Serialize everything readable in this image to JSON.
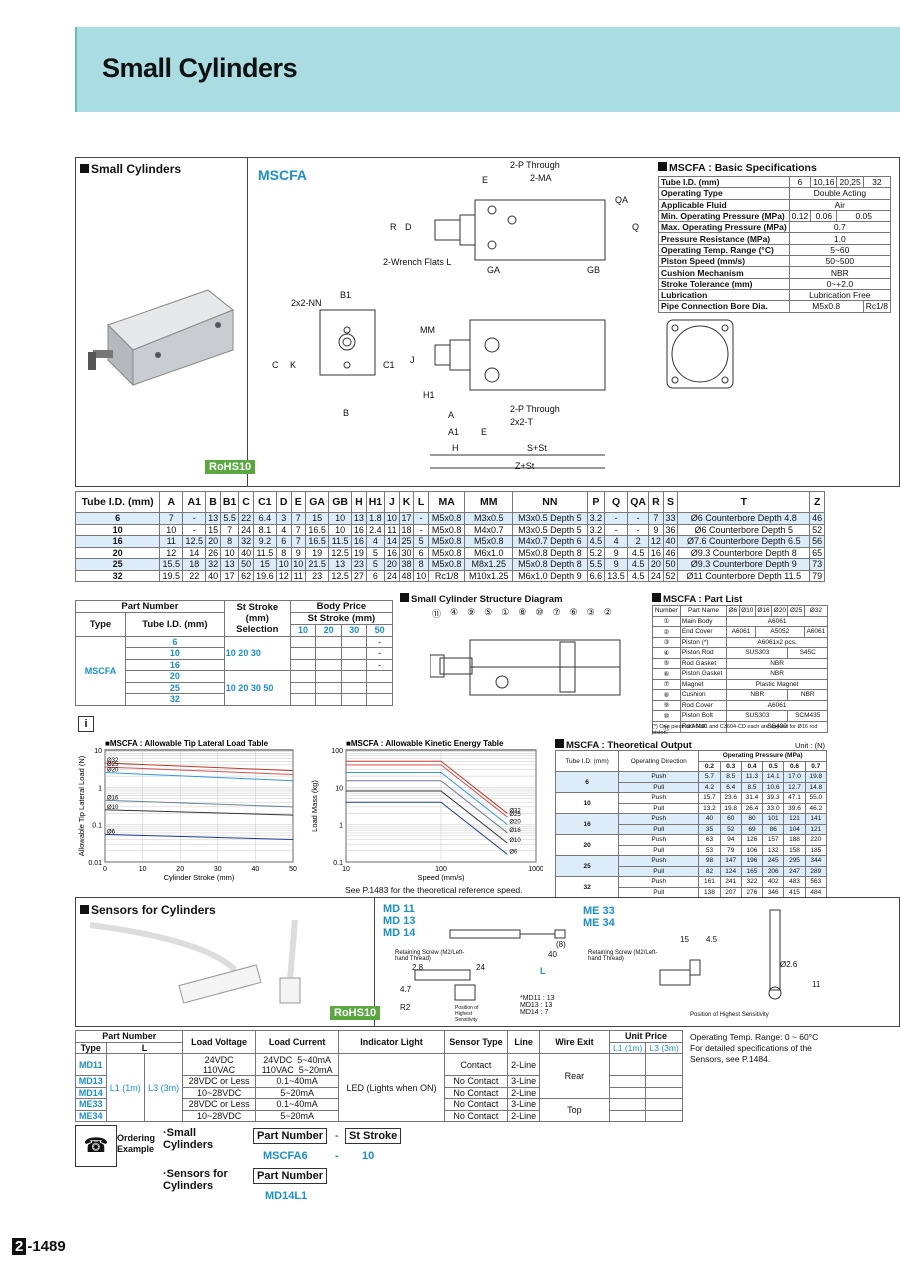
{
  "title": "Small Cylinders",
  "section_small": "Small Cylinders",
  "model": "MSCFA",
  "rohs": "RoHS10",
  "drawing_labels": {
    "through1": "2-P Through",
    "ma": "2-MA",
    "e": "E",
    "r": "R",
    "d": "D",
    "q": "Q",
    "qa": "QA",
    "wrench": "2-Wrench Flats L",
    "ga": "GA",
    "gb": "GB",
    "nn": "2x2-NN",
    "b1": "B1",
    "c": "C",
    "k": "K",
    "c1": "C1",
    "b": "B",
    "mm": "MM",
    "j": "J",
    "h1": "H1",
    "through2": "2-P Through",
    "t": "2x2-T",
    "a": "A",
    "a1": "A1",
    "h": "H",
    "s": "S+St",
    "z": "Z+St"
  },
  "basic_spec": {
    "title": "MSCFA : Basic Specifications",
    "rows": [
      [
        "Tube I.D. (mm)",
        "6",
        "10,16",
        "20,25",
        "32"
      ],
      [
        "Operating Type",
        "Double Acting"
      ],
      [
        "Applicable Fluid",
        "Air"
      ],
      [
        "Min. Operating Pressure (MPa)",
        "0.12",
        "0.06",
        "0.05"
      ],
      [
        "Max. Operating Pressure (MPa)",
        "0.7"
      ],
      [
        "Pressure Resistance (MPa)",
        "1.0"
      ],
      [
        "Operating Temp. Range (°C)",
        "5~60"
      ],
      [
        "Piston Speed (mm/s)",
        "50~500"
      ],
      [
        "Cushion Mechanism",
        "NBR"
      ],
      [
        "Stroke Tolerance (mm)",
        "0~+2.0"
      ],
      [
        "Lubrication",
        "Lubrication Free"
      ],
      [
        "Pipe Connection Bore Dia.",
        "M5x0.8",
        "Rc1/8"
      ]
    ]
  },
  "dim_table": {
    "headers": [
      "Tube I.D. (mm)",
      "A",
      "A1",
      "B",
      "B1",
      "C",
      "C1",
      "D",
      "E",
      "GA",
      "GB",
      "H",
      "H1",
      "J",
      "K",
      "L",
      "MA",
      "MM",
      "NN",
      "P",
      "Q",
      "QA",
      "R",
      "S",
      "T",
      "Z"
    ],
    "rows": [
      [
        "6",
        "7",
        "-",
        "13",
        "5.5",
        "22",
        "6.4",
        "3",
        "7",
        "15",
        "10",
        "13",
        "1.8",
        "10",
        "17",
        "-",
        "M5x0.8",
        "M3x0.5",
        "M3x0.5 Depth 5",
        "3.2",
        "-",
        "-",
        "7",
        "33",
        "Ø6 Counterbore Depth 4.8",
        "46"
      ],
      [
        "10",
        "10",
        "-",
        "15",
        "7",
        "24",
        "8.1",
        "4",
        "7",
        "16.5",
        "10",
        "16",
        "2.4",
        "11",
        "18",
        "-",
        "M5x0.8",
        "M4x0.7",
        "M3x0.5 Depth 5",
        "3.2",
        "-",
        "-",
        "9",
        "36",
        "Ø6 Counterbore Depth 5",
        "52"
      ],
      [
        "16",
        "11",
        "12.5",
        "20",
        "8",
        "32",
        "9.2",
        "6",
        "7",
        "16.5",
        "11.5",
        "16",
        "4",
        "14",
        "25",
        "5",
        "M5x0.8",
        "M5x0.8",
        "M4x0.7 Depth 6",
        "4.5",
        "4",
        "2",
        "12",
        "40",
        "Ø7.6 Counterbore Depth 6.5",
        "56"
      ],
      [
        "20",
        "12",
        "14",
        "26",
        "10",
        "40",
        "11.5",
        "8",
        "9",
        "19",
        "12.5",
        "19",
        "5",
        "16",
        "30",
        "6",
        "M5x0.8",
        "M6x1.0",
        "M5x0.8 Depth 8",
        "5.2",
        "9",
        "4.5",
        "16",
        "46",
        "Ø9.3 Counterbore Depth 8",
        "65"
      ],
      [
        "25",
        "15.5",
        "18",
        "32",
        "13",
        "50",
        "15",
        "10",
        "10",
        "21.5",
        "13",
        "23",
        "5",
        "20",
        "38",
        "8",
        "M5x0.8",
        "M8x1.25",
        "M5x0.8 Depth 8",
        "5.5",
        "9",
        "4.5",
        "20",
        "50",
        "Ø9.3 Counterbore Depth 9",
        "73"
      ],
      [
        "32",
        "19.5",
        "22",
        "40",
        "17",
        "62",
        "19.6",
        "12",
        "11",
        "23",
        "12.5",
        "27",
        "6",
        "24",
        "48",
        "10",
        "Rc1/8",
        "M10x1.25",
        "M6x1.0 Depth 9",
        "6.6",
        "13.5",
        "4.5",
        "24",
        "52",
        "Ø11 Counterbore Depth 11.5",
        "79"
      ]
    ]
  },
  "part_table": {
    "h_part": "Part Number",
    "h_type": "Type",
    "h_tube": "Tube I.D. (mm)",
    "h_st": "St Stroke (mm) Selection",
    "h_price": "Body Price",
    "h_stroke": "St Stroke (mm)",
    "strokes": [
      "10",
      "20",
      "30",
      "50"
    ],
    "type": "MSCFA",
    "tubes": [
      "6",
      "10",
      "16",
      "20",
      "25",
      "32"
    ],
    "sel1": "10  20  30",
    "sel2": "10  20  30  50"
  },
  "structure_title": "Small Cylinder Structure Diagram",
  "structure_nums": [
    "⑪",
    "④",
    "⑨",
    "⑤",
    "①",
    "⑧",
    "⑩",
    "⑦",
    "⑥",
    "③",
    "②"
  ],
  "part_list": {
    "title": "MSCFA : Part List",
    "headers": [
      "Number",
      "Part Name",
      "Ø6",
      "Ø10",
      "Ø16",
      "Ø20",
      "Ø25",
      "Ø32"
    ],
    "rows": [
      [
        "①",
        "Main Body",
        "A6061"
      ],
      [
        "②",
        "End Cover",
        "A6061",
        "A5052",
        "A6061"
      ],
      [
        "③",
        "Piston (*)",
        "A6061x2 pcs."
      ],
      [
        "④",
        "Piston Rod",
        "SUS303",
        "S45C"
      ],
      [
        "⑤",
        "Rod Gasket",
        "NBR"
      ],
      [
        "⑥",
        "Piston Gasket",
        "NBR"
      ],
      [
        "⑦",
        "Magnet",
        "Plastic Magnet"
      ],
      [
        "⑧",
        "Cushion",
        "NBR",
        "NBR"
      ],
      [
        "⑨",
        "Rod Cover",
        "A6061"
      ],
      [
        "⑩",
        "Piston Bolt",
        "SUS303",
        "SCM435"
      ],
      [
        "⑪",
        "Rod Nut",
        "SS400"
      ]
    ],
    "note": "(*) One piece of A6061 and C3604-CD each are applied for Ø16 rod piston."
  },
  "chart_data": [
    {
      "type": "line",
      "title": "MSCFA : Allowable Tip Lateral Load Table",
      "xlabel": "Cylinder Stroke (mm)",
      "ylabel": "Allowable Tip Lateral Load (N)",
      "yscale": "log",
      "xlim": [
        0,
        50
      ],
      "ylim": [
        0.01,
        10
      ],
      "xticks": [
        "0",
        "10",
        "20",
        "30",
        "40",
        "50"
      ],
      "yticks": [
        "10",
        "1",
        "0.1",
        "0.01"
      ],
      "series": [
        {
          "name": "Ø32",
          "x": [
            0,
            50
          ],
          "y": [
            4.5,
            2.8
          ]
        },
        {
          "name": "Ø25",
          "x": [
            0,
            50
          ],
          "y": [
            3.5,
            2.2
          ]
        },
        {
          "name": "Ø20",
          "x": [
            0,
            50
          ],
          "y": [
            2.5,
            1.5
          ]
        },
        {
          "name": "Ø16",
          "x": [
            0,
            50
          ],
          "y": [
            0.45,
            0.3
          ]
        },
        {
          "name": "Ø10",
          "x": [
            0,
            50
          ],
          "y": [
            0.25,
            0.18
          ]
        },
        {
          "name": "Ø6",
          "x": [
            0,
            50
          ],
          "y": [
            0.055,
            0.04
          ]
        }
      ]
    },
    {
      "type": "line",
      "title": "MSCFA : Allowable Kinetic Energy Table",
      "xlabel": "Speed (mm/s)",
      "ylabel": "Load Mass (kg)",
      "xscale": "log",
      "yscale": "log",
      "xlim": [
        10,
        1000
      ],
      "ylim": [
        0.1,
        100
      ],
      "xticks": [
        "10",
        "100",
        "1000"
      ],
      "yticks": [
        "100",
        "10",
        "1",
        "0.1"
      ],
      "series": [
        {
          "name": "Ø32",
          "x": [
            10,
            100,
            500
          ],
          "y": [
            50,
            50,
            2
          ]
        },
        {
          "name": "Ø25",
          "x": [
            10,
            100,
            500
          ],
          "y": [
            40,
            40,
            1.6
          ]
        },
        {
          "name": "Ø20",
          "x": [
            10,
            100,
            500
          ],
          "y": [
            25,
            25,
            1
          ]
        },
        {
          "name": "Ø16",
          "x": [
            10,
            100,
            500
          ],
          "y": [
            15,
            15,
            0.6
          ]
        },
        {
          "name": "Ø10",
          "x": [
            10,
            100,
            500
          ],
          "y": [
            8,
            8,
            0.32
          ]
        },
        {
          "name": "Ø6",
          "x": [
            10,
            100,
            500
          ],
          "y": [
            4,
            4,
            0.16
          ]
        }
      ]
    },
    {
      "type": "table",
      "title": "MSCFA : Theoretical Output",
      "unit": "Unit : (N)",
      "header_top": "Operating Pressure (MPa)",
      "headers": [
        "Tube I.D. (mm)",
        "Operating Direction",
        "0.2",
        "0.3",
        "0.4",
        "0.5",
        "0.6",
        "0.7"
      ],
      "rows": [
        [
          "6",
          "Push",
          "5.7",
          "8.5",
          "11.3",
          "14.1",
          "17.0",
          "19.8"
        ],
        [
          "",
          "Pull",
          "4.2",
          "6.4",
          "8.5",
          "10.6",
          "12.7",
          "14.8"
        ],
        [
          "10",
          "Push",
          "15.7",
          "23.6",
          "31.4",
          "39.3",
          "47.1",
          "55.0"
        ],
        [
          "",
          "Pull",
          "13.2",
          "19.8",
          "26.4",
          "33.0",
          "39.6",
          "46.2"
        ],
        [
          "16",
          "Push",
          "40",
          "60",
          "80",
          "101",
          "121",
          "141"
        ],
        [
          "",
          "Pull",
          "35",
          "52",
          "69",
          "86",
          "104",
          "121"
        ],
        [
          "20",
          "Push",
          "63",
          "94",
          "126",
          "157",
          "188",
          "220"
        ],
        [
          "",
          "Pull",
          "53",
          "79",
          "106",
          "132",
          "158",
          "185"
        ],
        [
          "25",
          "Push",
          "98",
          "147",
          "196",
          "245",
          "295",
          "344"
        ],
        [
          "",
          "Pull",
          "82",
          "124",
          "165",
          "206",
          "247",
          "289"
        ],
        [
          "32",
          "Push",
          "161",
          "241",
          "322",
          "402",
          "483",
          "563"
        ],
        [
          "",
          "Pull",
          "138",
          "207",
          "276",
          "346",
          "415",
          "484"
        ]
      ]
    }
  ],
  "see_note": "See P.1483 for the theoretical reference speed.",
  "sensor_title": "Sensors for Cylinders",
  "md_models": [
    "MD 11",
    "MD 13",
    "MD 14"
  ],
  "me_models": [
    "ME 33",
    "ME 34"
  ],
  "sensor_labels": {
    "retain1": "Retaining Screw (M2/Left-hand Thread)",
    "retain2": "Retaining Screw (M2/Left-hand Thread)",
    "pos1": "Position of Highest Sensitivity",
    "pos2": "Position of Highest Sensitivity",
    "d28": "2.8",
    "d24": "24",
    "d40": "40",
    "d8": "(8)",
    "dphi": "Ø2.6",
    "dL": "L",
    "d47": "4.7",
    "dR2": "R2",
    "dmd": "*MD11 : 13\nMD13 : 13\nMD14 : 7",
    "d15": "15",
    "d45": "4.5",
    "d11": "11"
  },
  "sensor_table": {
    "headers": [
      "Part Number",
      "Type",
      "L",
      "Load Voltage",
      "Load Current",
      "Indicator Light",
      "Sensor Type",
      "Line",
      "Wire Exit",
      "Unit Price",
      "L1 (1m)",
      "L3 (3m)"
    ],
    "types": [
      "MD11",
      "MD13",
      "MD14",
      "ME33",
      "ME34"
    ],
    "l1": "L1 (1m)",
    "l3": "L3 (3m)",
    "voltage": [
      "24VDC\n110VAC",
      "28VDC or Less",
      "10~28VDC",
      "28VDC or Less",
      "10~28VDC"
    ],
    "current": [
      "24VDC  5~40mA\n110VAC  5~20mA",
      "0.1~40mA",
      "5~20mA",
      "0.1~40mA",
      "5~20mA"
    ],
    "light": "LED (Lights when ON)",
    "sensor": [
      "Contact",
      "No Contact",
      "No Contact",
      "No Contact",
      "No Contact"
    ],
    "line": [
      "2-Line",
      "3-Line",
      "2-Line",
      "3-Line",
      "2-Line"
    ],
    "exit1": "Rear",
    "exit2": "Top"
  },
  "notes": [
    "Operating Temp. Range: 0 ~ 60°C",
    "For detailed specifications of the Sensors, see P.1484."
  ],
  "ordering": {
    "label": "Ordering Example",
    "cyl_label": "·Small Cylinders",
    "sens_label": "·Sensors for Cylinders",
    "pn": "Part Number",
    "dash": "-",
    "st": "St Stroke",
    "ex1": "MSCFA6",
    "ex1b": "10",
    "ex2": "MD14L1"
  },
  "page_no": "2",
  "page_rest": "-1489"
}
